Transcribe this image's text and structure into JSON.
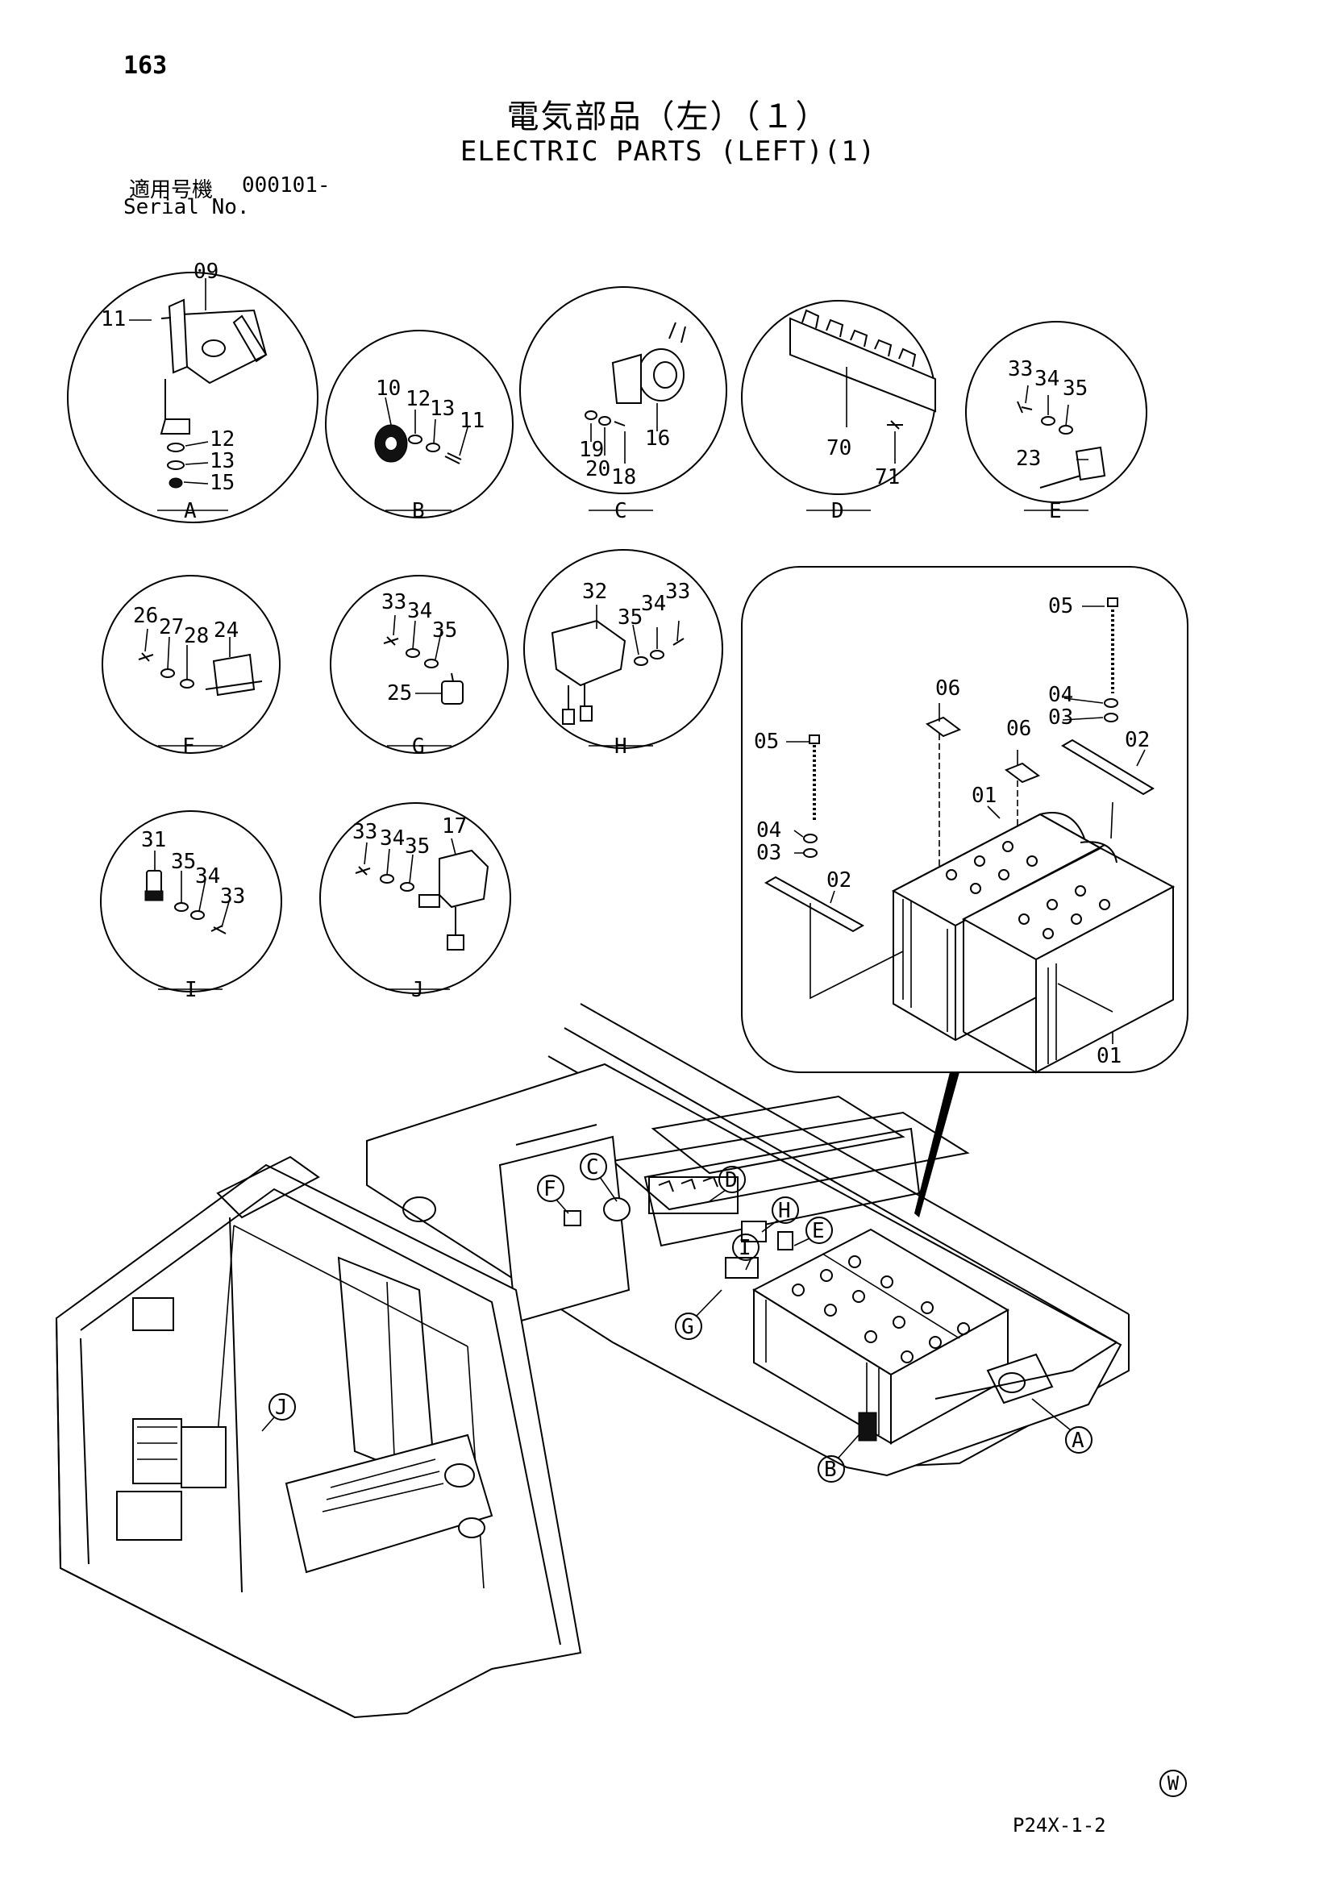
{
  "header": {
    "page_number": "163",
    "title_jp": "電気部品（左）（１）",
    "title_en": "ELECTRIC PARTS (LEFT)(1)",
    "serial_label_jp": "適用号機",
    "serial_value": "000101-",
    "serial_label_en": "Serial No."
  },
  "details": [
    {
      "letter": "A",
      "parts": [
        "09",
        "11",
        "12",
        "13",
        "15"
      ]
    },
    {
      "letter": "B",
      "parts": [
        "10",
        "12",
        "13",
        "11"
      ]
    },
    {
      "letter": "C",
      "parts": [
        "19",
        "20",
        "18",
        "16"
      ]
    },
    {
      "letter": "D",
      "parts": [
        "70",
        "71"
      ]
    },
    {
      "letter": "E",
      "parts": [
        "33",
        "34",
        "35",
        "23"
      ]
    },
    {
      "letter": "F",
      "parts": [
        "26",
        "27",
        "28",
        "24"
      ]
    },
    {
      "letter": "G",
      "parts": [
        "33",
        "34",
        "35",
        "25"
      ]
    },
    {
      "letter": "H",
      "parts": [
        "32",
        "35",
        "34",
        "33"
      ]
    },
    {
      "letter": "I",
      "parts": [
        "31",
        "35",
        "34",
        "33"
      ]
    },
    {
      "letter": "J",
      "parts": [
        "33",
        "34",
        "35",
        "17"
      ]
    }
  ],
  "battery_detail": {
    "parts": [
      "05",
      "04",
      "03",
      "02",
      "06",
      "06",
      "01",
      "05",
      "04",
      "03",
      "02",
      "01"
    ]
  },
  "main_callouts": [
    "C",
    "D",
    "F",
    "H",
    "E",
    "I",
    "G",
    "J",
    "A",
    "B"
  ],
  "footer": {
    "mark": "W",
    "drawing_code": "P24X-1-2"
  }
}
